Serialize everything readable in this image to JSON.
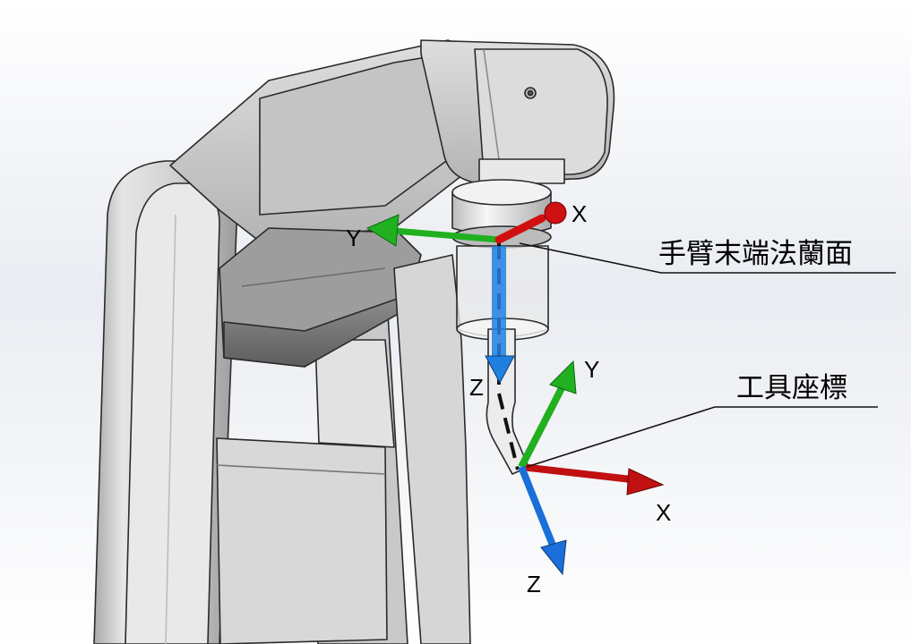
{
  "flange_frame": {
    "x_label": "X",
    "y_label": "Y",
    "z_label": "Z",
    "x_color": "#d01010",
    "y_color": "#20b020",
    "z_color": "#2080e0"
  },
  "tool_frame": {
    "x_label": "X",
    "y_label": "Y",
    "z_label": "Z",
    "x_color": "#c01010",
    "y_color": "#20b020",
    "z_color": "#1a70d8"
  },
  "callouts": {
    "flange": "手臂末端法蘭面",
    "tool": "工具座標"
  }
}
